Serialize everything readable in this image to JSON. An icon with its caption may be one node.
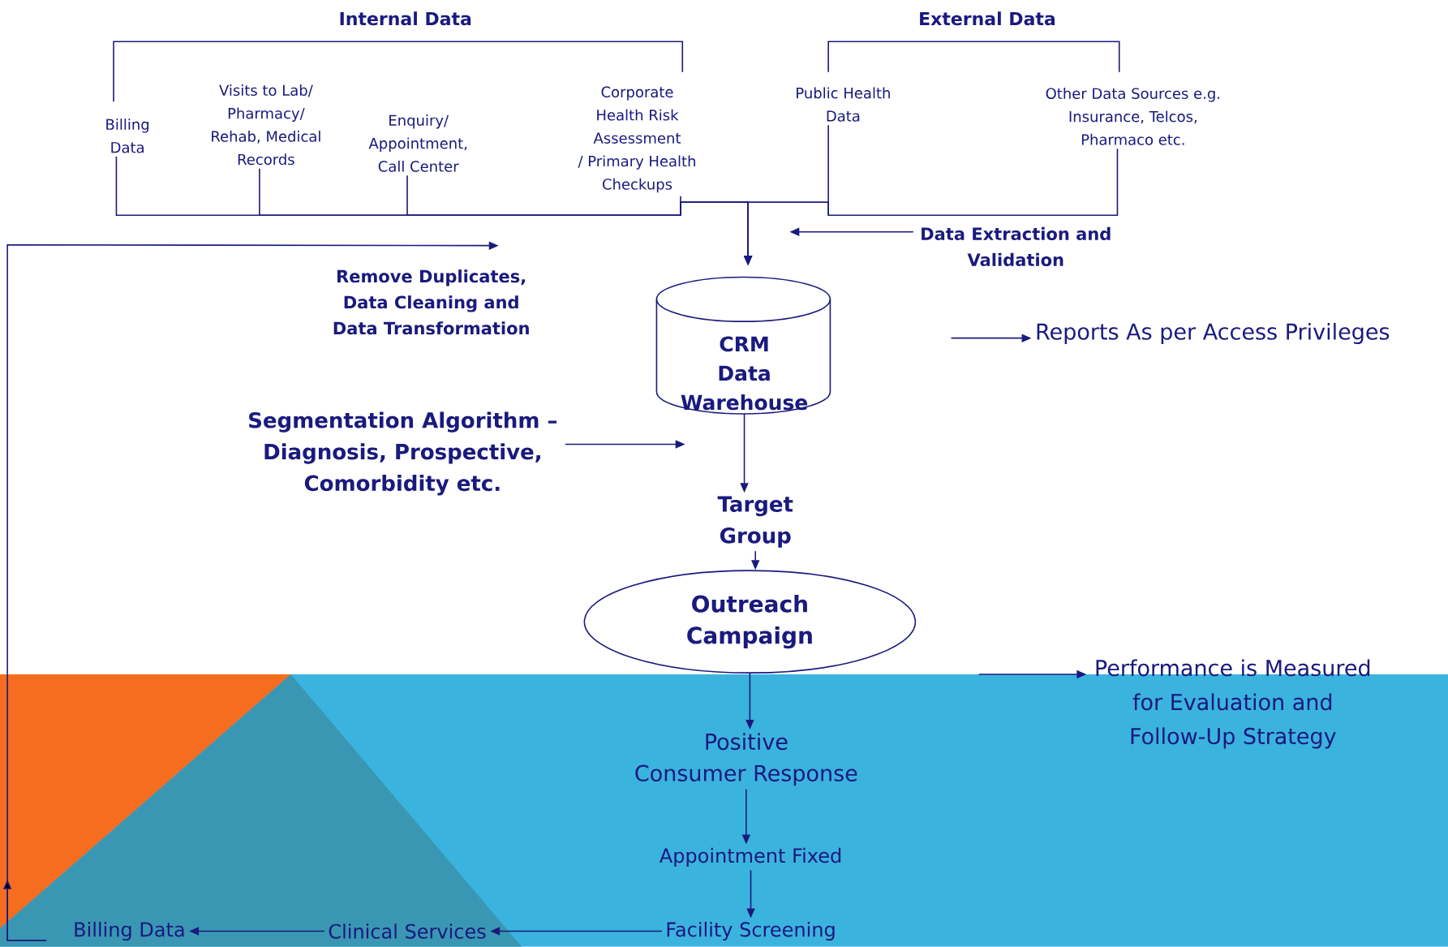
{
  "diagram": {
    "nodes": [
      {
        "text": [
          "Billing Data"
        ]
      },
      {
        "text": [
          "Visits to Lab/ Pharmacy/ Rehab, Medical Records"
        ]
      },
      {
        "text": [
          "Enquiry/ Appointment, Call Center"
        ]
      },
      {
        "text": [
          "Corporate Health Risk Assessment / Primary Health Checkups"
        ]
      },
      {
        "text": [
          "Public Health Data"
        ]
      },
      {
        "text": [
          "Other Data Sources e.g. Insurance, Telcos, Pharmaco etc."
        ]
      },
      {
        "text": [
          "Data Extraction and Validation"
        ]
      },
      {
        "text": [
          "Remove Duplicates, Data Cleaning and Data Transformation"
        ]
      },
      {
        "text": [
          "CRM Data Warehouse"
        ]
      },
      {
        "text": [
          "Reports As per Access Privileges"
        ]
      },
      {
        "text": [
          "Segmentation Algorithm – Diagnosis, Prospective, Comorbidity etc."
        ]
      },
      {
        "text": [
          "Target Group"
        ]
      },
      {
        "text": [
          "Outreach Campaign"
        ]
      },
      {
        "text": [
          "Performance is Measured for Evaluation and Follow-Up Strategy"
        ]
      },
      {
        "text": [
          "Positive Consumer Response"
        ]
      },
      {
        "text": [
          "Appointment Fixed"
        ]
      },
      {
        "text": [
          "Facility Screening"
        ]
      },
      {
        "text": [
          "Clinical Services"
        ]
      },
      {
        "text": [
          "Billing Data"
        ]
      }
    ],
    "edges": [
      {
        "from": 0,
        "to": 8,
        "arrow": "to"
      },
      {
        "from": 1,
        "to": 8,
        "arrow": "to"
      },
      {
        "from": 2,
        "to": 8,
        "arrow": "to"
      },
      {
        "from": 3,
        "to": 8,
        "arrow": "to"
      },
      {
        "from": 4,
        "to": 8,
        "arrow": "to"
      },
      {
        "from": 5,
        "to": 8,
        "arrow": "to"
      },
      {
        "from": 6,
        "to": null,
        "arrow": "to"
      },
      {
        "from": 18,
        "to": 7,
        "arrow": "to"
      },
      {
        "from": 10,
        "to": null,
        "arrow": "to"
      },
      {
        "from": 8,
        "to": 11,
        "arrow": "to"
      },
      {
        "from": 11,
        "to": 12,
        "arrow": "to"
      },
      {
        "from": 12,
        "to": 14,
        "arrow": "to"
      },
      {
        "from": null,
        "to": 9,
        "arrow": "to"
      },
      {
        "from": null,
        "to": 13,
        "arrow": "to"
      },
      {
        "from": 14,
        "to": 15,
        "arrow": "to"
      },
      {
        "from": 15,
        "to": 16,
        "arrow": "to"
      },
      {
        "from": 16,
        "to": 17,
        "arrow": "to"
      },
      {
        "from": 17,
        "to": 18,
        "arrow": "to"
      }
    ],
    "labels": [
      "Internal Data",
      "External Data"
    ]
  }
}
